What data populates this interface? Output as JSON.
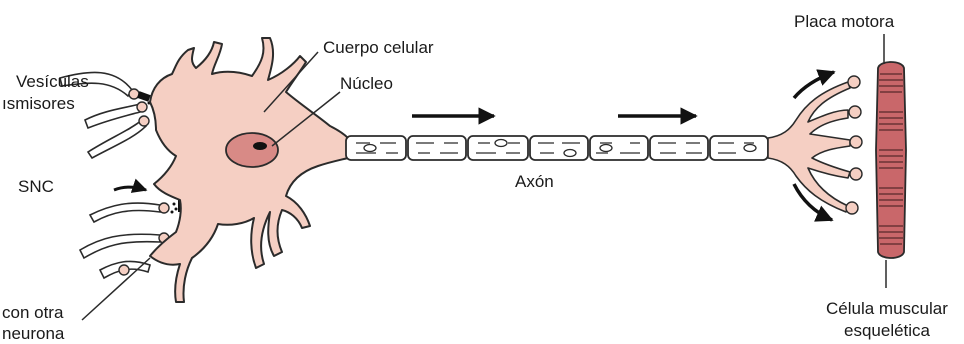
{
  "labels": {
    "cell_body": "Cuerpo celular",
    "nucleus": "Núcleo",
    "vesicles_line1": "Vesículas",
    "vesicles_line2": "ısmisores",
    "cns": "SNC",
    "other_neuron_line1": "con otra",
    "other_neuron_line2": "neurona",
    "axon": "Axón",
    "motor_plate": "Placa motora",
    "muscle_line1": "Célula muscular",
    "muscle_line2": "esquelética"
  },
  "colors": {
    "cell_fill": "#f5cfc3",
    "nucleus_fill": "#d88a86",
    "muscle_fill": "#c9676a",
    "outline": "#2b2b2b"
  }
}
